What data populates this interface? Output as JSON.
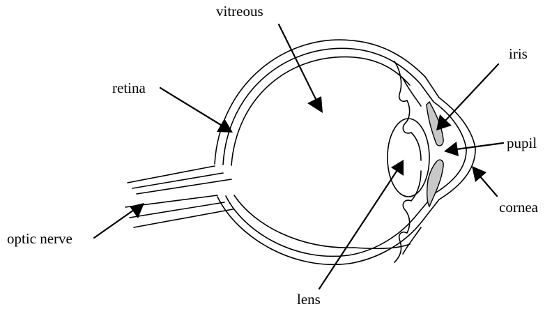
{
  "labels": {
    "vitreous": "vitreous",
    "iris": "iris",
    "retina": "retina",
    "pupil": "pupil",
    "cornea": "cornea",
    "optic_nerve": "optic nerve",
    "lens": "lens"
  },
  "colors": {
    "line": "#000000",
    "iris_fill": "#c8c8c8",
    "background": "#ffffff"
  }
}
